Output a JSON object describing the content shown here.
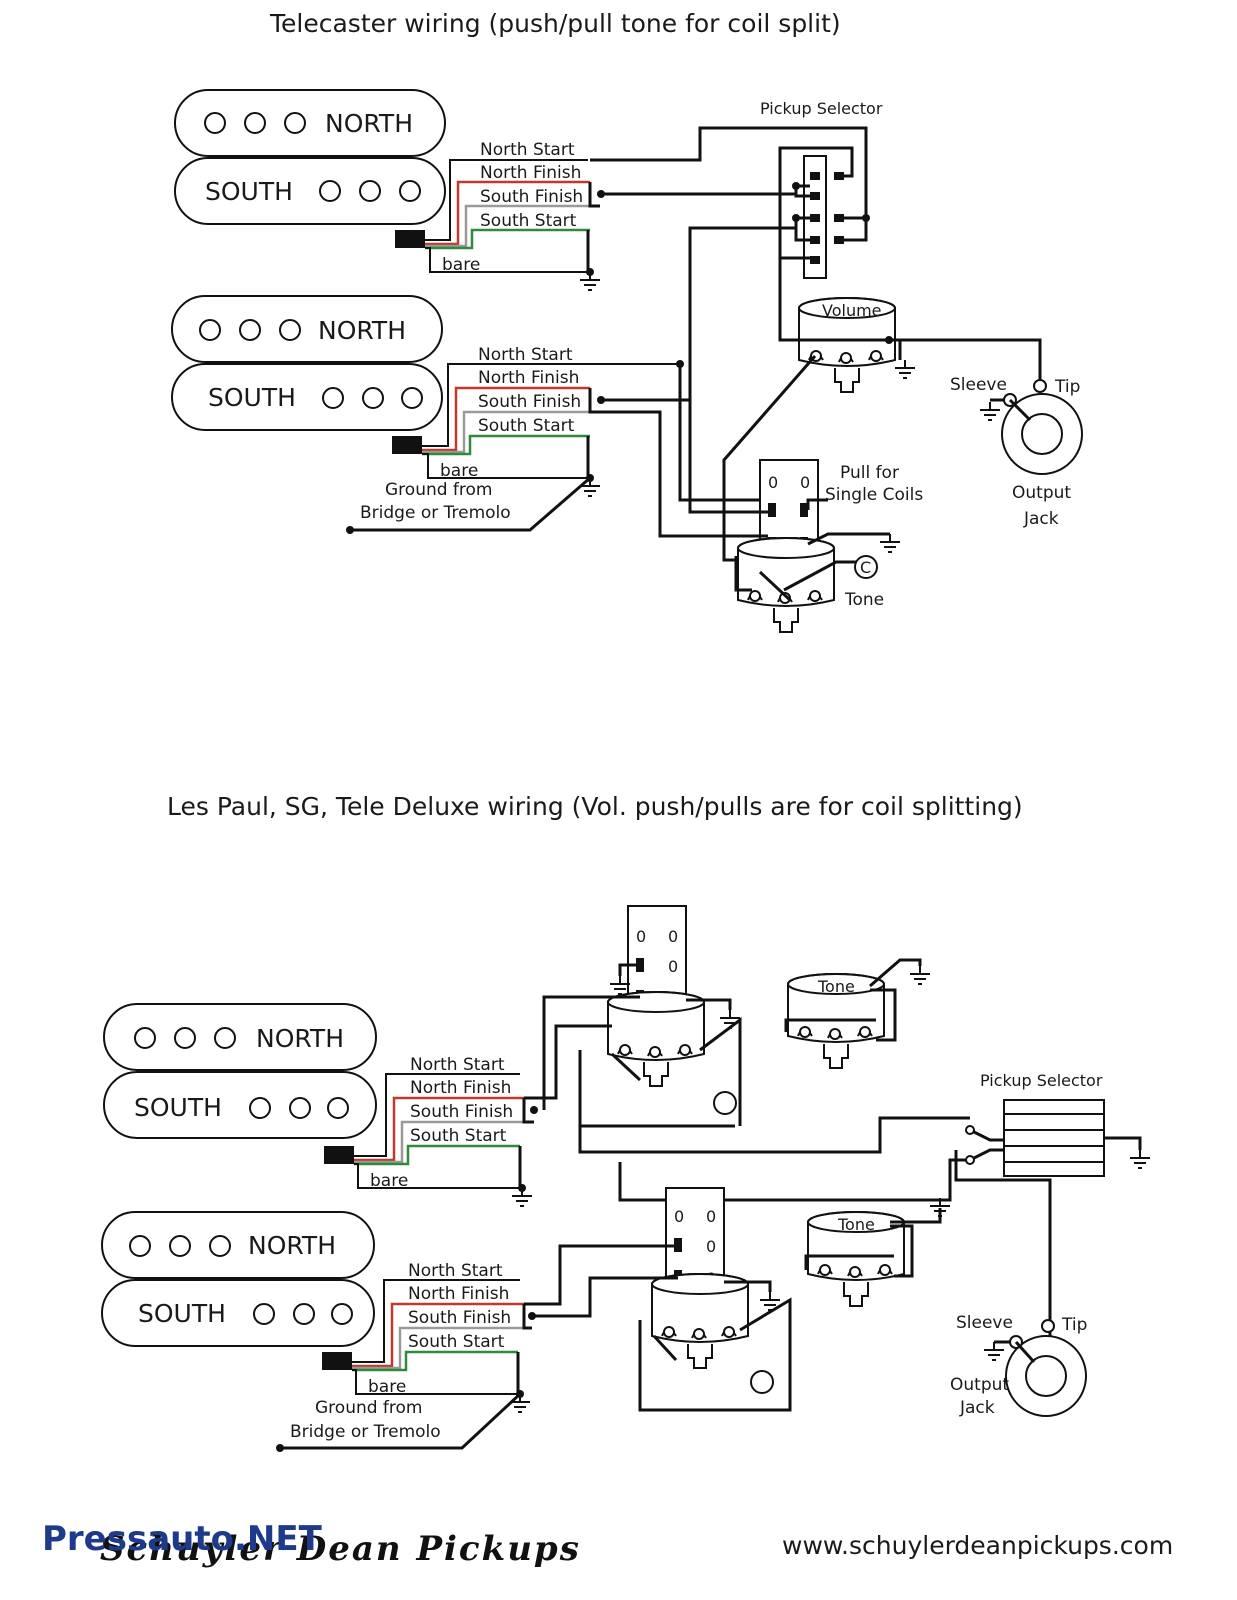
{
  "top": {
    "title": "Telecaster wiring (push/pull tone for coil split)",
    "pickup_a": {
      "north": "NORTH",
      "south": "SOUTH"
    },
    "pickup_b": {
      "north": "NORTH",
      "south": "SOUTH"
    },
    "wires_a": [
      "North Start",
      "North Finish",
      "South Finish",
      "South Start",
      "bare"
    ],
    "wires_b": [
      "North Start",
      "North Finish",
      "South Finish",
      "South Start",
      "bare"
    ],
    "ground_label": [
      "Ground from",
      "Bridge or Tremolo"
    ],
    "pickup_selector": "Pickup Selector",
    "volume": "Volume",
    "pull_label": [
      "Pull for",
      "Single Coils"
    ],
    "tone": "Tone",
    "cap": "C",
    "sleeve": "Sleeve",
    "tip": "Tip",
    "jack_label": [
      "Output",
      "Jack"
    ]
  },
  "bottom": {
    "title": "Les Paul, SG, Tele Deluxe wiring (Vol. push/pulls are for coil splitting)",
    "pickup_a": {
      "north": "NORTH",
      "south": "SOUTH"
    },
    "pickup_b": {
      "north": "NORTH",
      "south": "SOUTH"
    },
    "wires_a": [
      "North Start",
      "North Finish",
      "South Finish",
      "South Start",
      "bare"
    ],
    "wires_b": [
      "North Start",
      "North Finish",
      "South Finish",
      "South Start",
      "bare"
    ],
    "ground_label": [
      "Ground from",
      "Bridge or Tremolo"
    ],
    "tone_1": "Tone",
    "tone_2": "Tone",
    "pickup_selector": "Pickup Selector",
    "sleeve": "Sleeve",
    "tip": "Tip",
    "jack_label": [
      "Output",
      "Jack"
    ]
  },
  "footer": {
    "brand": "Schuyler Dean Pickups",
    "url": "www.schuylerdeanpickups.com",
    "watermark": "Pressauto.NET"
  },
  "colors": {
    "north_finish_wire": "#c0392b",
    "south_finish_wire": "#9a9a9a",
    "south_start_wire": "#2e8b3a",
    "watermark": "#1e3a8a"
  }
}
